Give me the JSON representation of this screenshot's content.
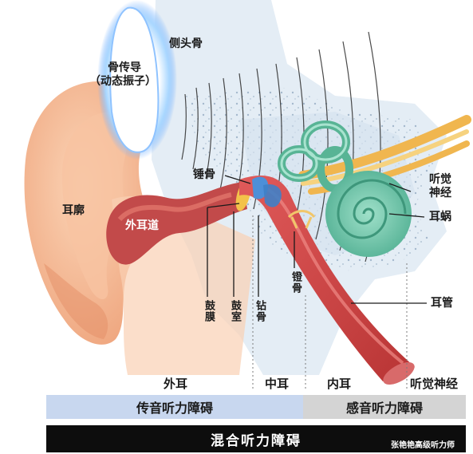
{
  "labels": {
    "bone_conduction_1": "骨传导",
    "bone_conduction_2": "（动态振子）",
    "temporal_bone": "侧头骨",
    "auricle": "耳廓",
    "ear_canal": "外耳道",
    "malleus": "锤骨",
    "eardrum": "鼓膜",
    "tympanic_cavity": "鼓室",
    "anvil": "钻骨",
    "stapes": "镫骨",
    "auditory_nerve_1": "听觉",
    "auditory_nerve_2": "神经",
    "cochlea": "耳蜗",
    "eustachian_tube": "耳管"
  },
  "sections": {
    "outer_ear": "外耳",
    "middle_ear": "中耳",
    "inner_ear": "内耳",
    "auditory_nerve": "听觉神经"
  },
  "bars": {
    "conductive": "传音听力障碍",
    "sensorineural": "感音听力障碍",
    "mixed": "混合听力障碍"
  },
  "watermark": "张艳艳高级听力师",
  "colors": {
    "skin": "#f3b58e",
    "canal": "#c24a4a",
    "bone": "#d8e6f2",
    "cochlea": "#6cc3a7",
    "nerve": "#f1c66a",
    "tube": "#c83f3f",
    "conductive_bar": "#c8d7ef",
    "sensorineural_bar": "#d4d4d4",
    "mixed_bar": "#0d0d0d"
  }
}
